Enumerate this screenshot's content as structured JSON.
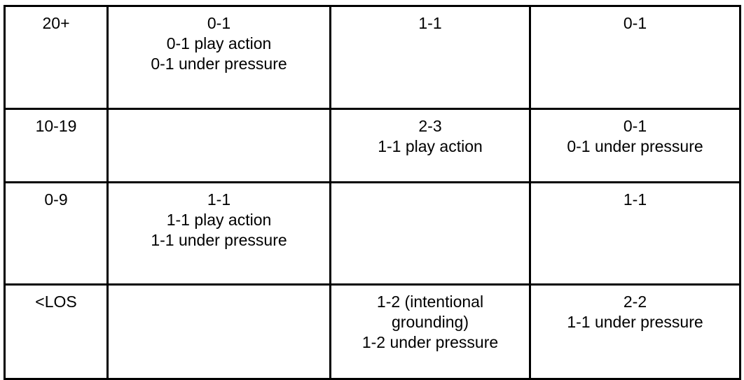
{
  "table": {
    "columns": [
      "depth",
      "col_b",
      "col_c",
      "col_d"
    ],
    "rows": [
      {
        "depth": "20+",
        "col_b": [
          "0-1",
          "0-1 play action",
          "0-1 under pressure"
        ],
        "col_c": [
          "1-1"
        ],
        "col_d": [
          "0-1"
        ]
      },
      {
        "depth": "10-19",
        "col_b": [],
        "col_c": [
          "2-3",
          "1-1 play action"
        ],
        "col_d": [
          "0-1",
          "0-1 under pressure"
        ]
      },
      {
        "depth": "0-9",
        "col_b": [
          "1-1",
          "1-1 play action",
          "1-1 under pressure"
        ],
        "col_c": [],
        "col_d": [
          "1-1"
        ]
      },
      {
        "depth": "<LOS",
        "col_b": [],
        "col_c": [
          "1-2 (intentional",
          "grounding)",
          "1-2 under pressure"
        ],
        "col_d": [
          "2-2",
          "1-1 under pressure"
        ]
      }
    ]
  },
  "style": {
    "border_color": "#000000",
    "text_color": "#000000",
    "background_color": "#ffffff"
  }
}
